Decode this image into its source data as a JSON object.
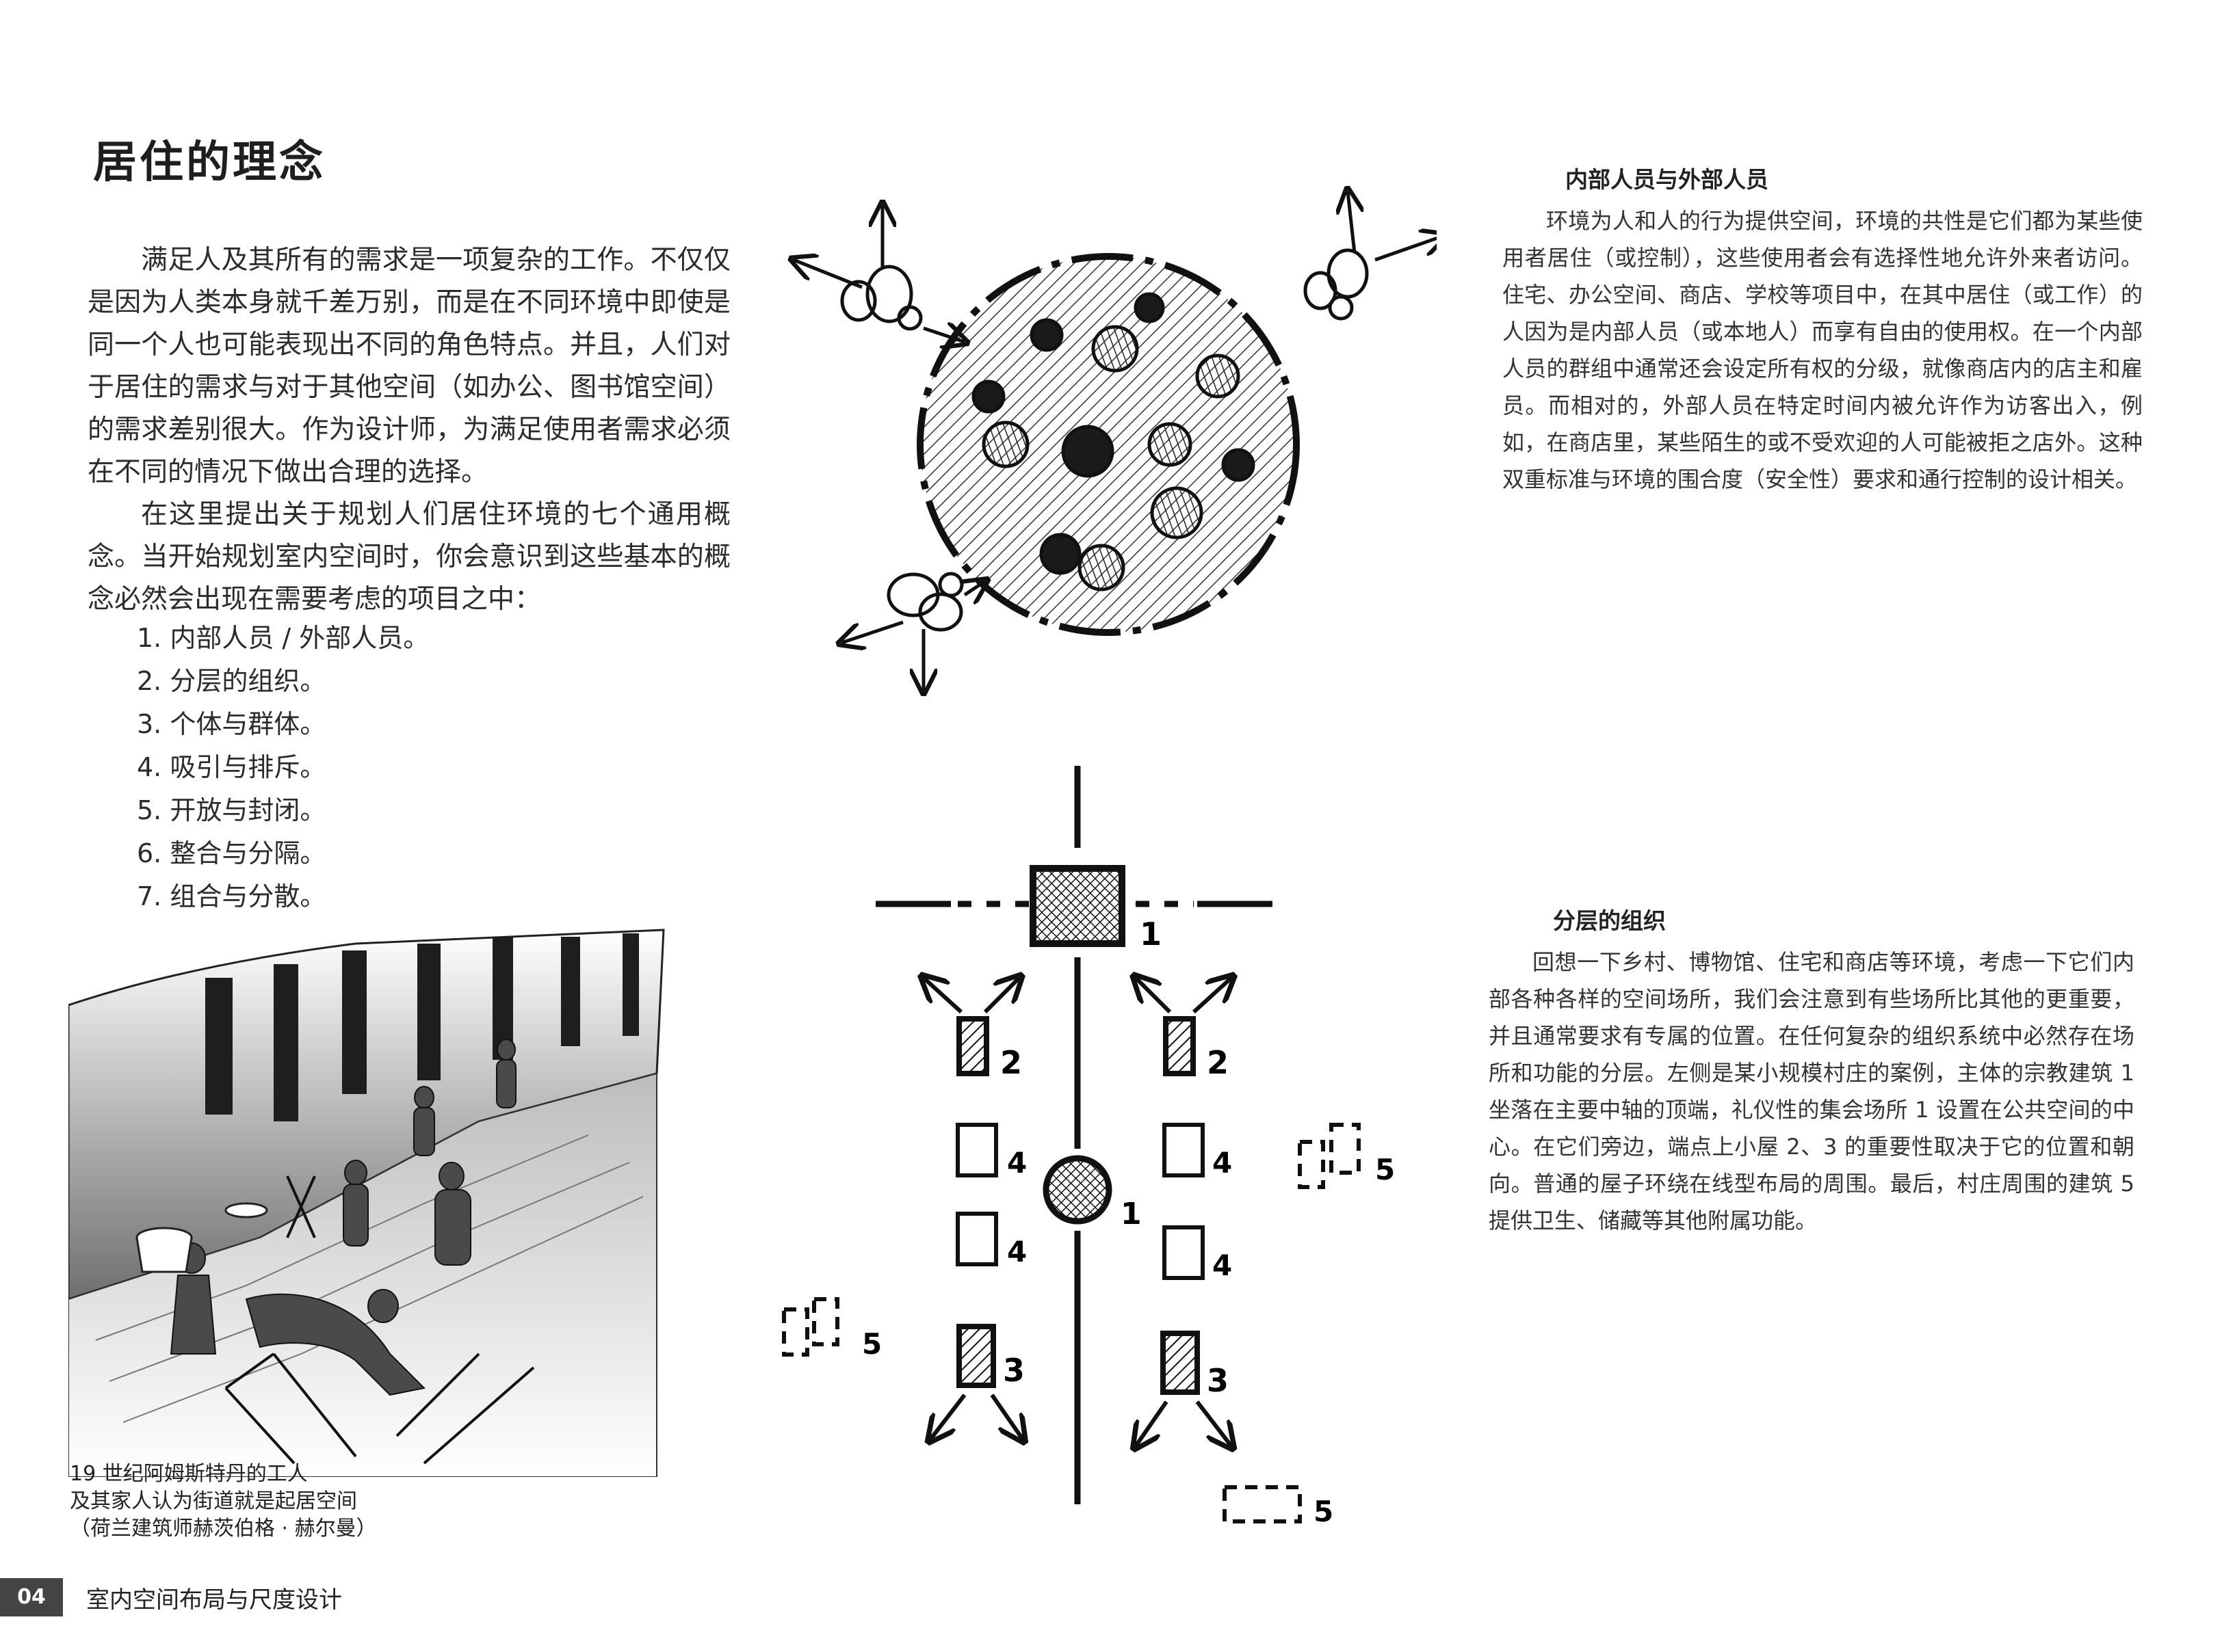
{
  "page": {
    "title": "居住的理念",
    "intro_paragraphs": [
      "满足人及其所有的需求是一项复杂的工作。不仅仅是因为人类本身就千差万别，而是在不同环境中即使是同一个人也可能表现出不同的角色特点。并且，人们对于居住的需求与对于其他空间（如办公、图书馆空间）的需求差别很大。作为设计师，为满足使用者需求必须在不同的情况下做出合理的选择。",
      "在这里提出关于规划人们居住环境的七个通用概念。当开始规划室内空间时，你会意识到这些基本的概念必然会出现在需要考虑的项目之中："
    ],
    "concepts": [
      "1. 内部人员 / 外部人员。",
      "2. 分层的组织。",
      "3. 个体与群体。",
      "4. 吸引与排斥。",
      "5. 开放与封闭。",
      "6. 整合与分隔。",
      "7. 组合与分散。"
    ],
    "caption_lines": [
      "19 世纪阿姆斯特丹的工人",
      "及其家人认为街道就是起居空间",
      "（荷兰建筑师赫茨伯格 · 赫尔曼）"
    ],
    "section1": {
      "heading": "内部人员与外部人员",
      "body": "环境为人和人的行为提供空间，环境的共性是它们都为某些使用者居住（或控制），这些使用者会有选择性地允许外来者访问。住宅、办公空间、商店、学校等项目中，在其中居住（或工作）的人因为是内部人员（或本地人）而享有自由的使用权。在一个内部人员的群组中通常还会设定所有权的分级，就像商店内的店主和雇员。而相对的，外部人员在特定时间内被允许作为访客出入，例如，在商店里，某些陌生的或不受欢迎的人可能被拒之店外。这种双重标准与环境的围合度（安全性）要求和通行控制的设计相关。"
    },
    "section2": {
      "heading": "分层的组织",
      "body": "回想一下乡村、博物馆、住宅和商店等环境，考虑一下它们内部各种各样的空间场所，我们会注意到有些场所比其他的更重要，并且通常要求有专属的位置。在任何复杂的组织系统中必然存在场所和功能的分层。左侧是某小规模村庄的案例，主体的宗教建筑 1 坐落在主要中轴的顶端，礼仪性的集会场所 1 设置在公共空间的中心。在它们旁边，端点上小屋 2、3 的重要性取决于它的位置和朝向。普通的屋子环绕在线型布局的周围。最后，村庄周围的建筑 5 提供卫生、储藏等其他附属功能。"
    },
    "diagram_labels": {
      "n1": "1",
      "n2": "2",
      "n3": "3",
      "n4": "4",
      "n5": "5"
    },
    "footer": {
      "page_number": "04",
      "book_title": "室内空间布局与尺度设计"
    }
  }
}
